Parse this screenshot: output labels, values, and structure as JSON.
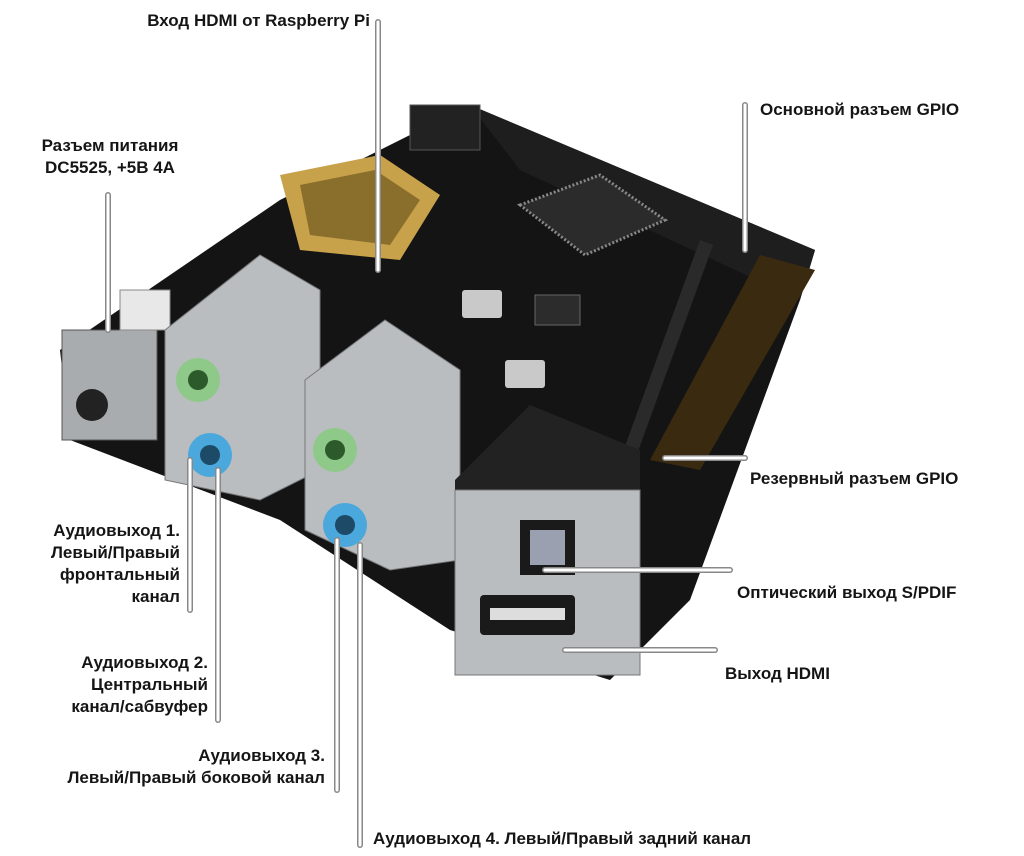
{
  "labels": {
    "hdmi_in": "Вход HDMI от Raspberry Pi",
    "power_1": "Разъем питания",
    "power_2": "DC5525, +5В 4А",
    "gpio_main": "Основной разъем GPIO",
    "gpio_reserve": "Резервный разъем GPIO",
    "spdif": "Оптический выход S/PDIF",
    "hdmi_out": "Выход HDMI",
    "audio1_1": "Аудиовыход 1.",
    "audio1_2": "Левый/Правый",
    "audio1_3": "фронтальный",
    "audio1_4": "канал",
    "audio2_1": "Аудиовыход 2.",
    "audio2_2": "Центральный",
    "audio2_3": "канал/сабвуфер",
    "audio3_1": "Аудиовыход 3.",
    "audio3_2": "Левый/Правый боковой канал",
    "audio4": "Аудиовыход 4. Левый/Правый задний канал"
  },
  "colors": {
    "board": "#121212",
    "green_jack": "#8fc98a",
    "blue_jack": "#4aa8dc",
    "metal": "#b9bdc0",
    "gold": "#c8a24a"
  }
}
